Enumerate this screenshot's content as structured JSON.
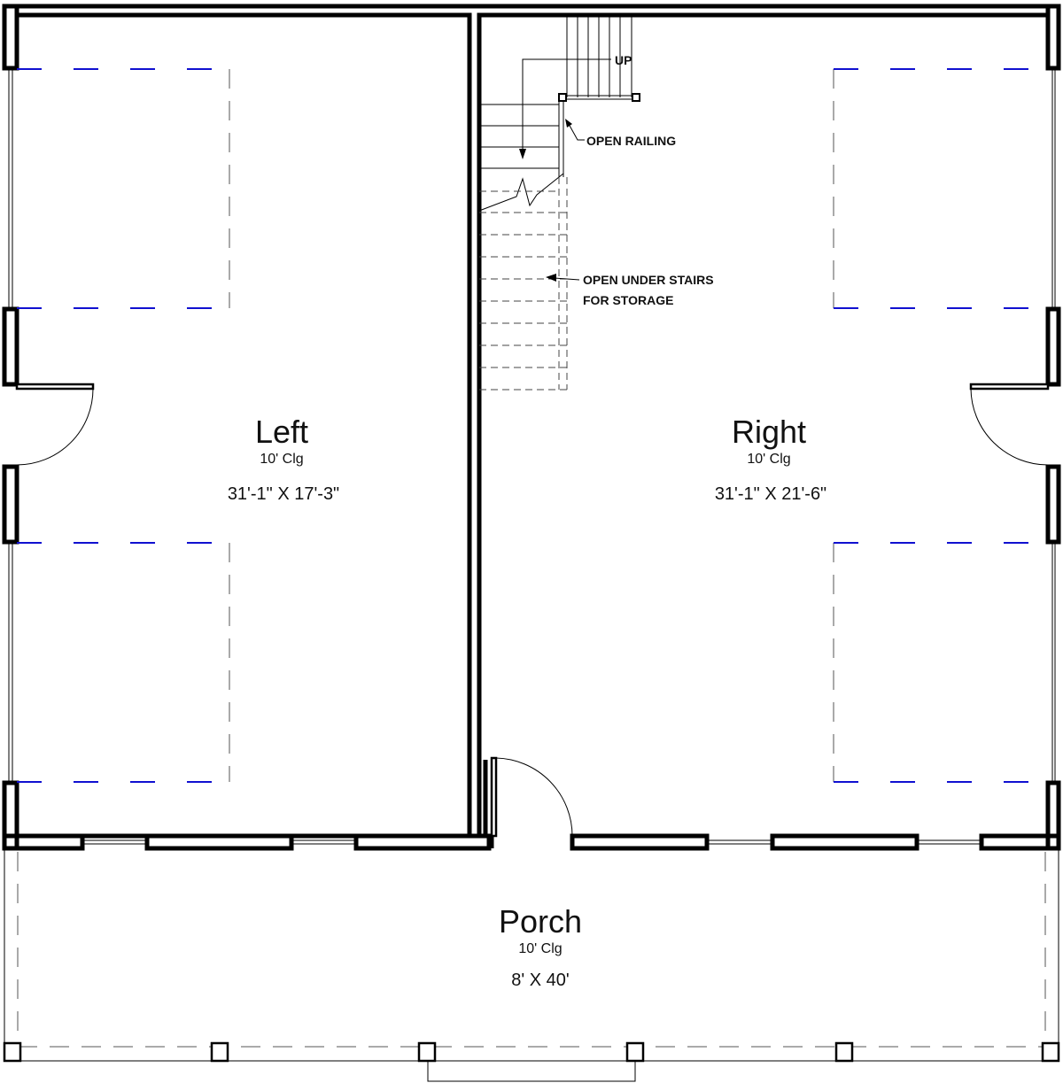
{
  "rooms": {
    "left": {
      "name": "Left",
      "ceiling": "10' Clg",
      "dimensions": "31'-1\" X 17'-3\""
    },
    "right": {
      "name": "Right",
      "ceiling": "10' Clg",
      "dimensions": "31'-1\" X 21'-6\""
    },
    "porch": {
      "name": "Porch",
      "ceiling": "10' Clg",
      "dimensions": "8' X 40'"
    }
  },
  "stairs": {
    "direction_label": "UP",
    "railing_note": "OPEN RAILING",
    "storage_note_line1": "OPEN UNDER STAIRS",
    "storage_note_line2": "FOR STORAGE"
  },
  "colors": {
    "wall": "#000000",
    "beam_dash": "#1010d0",
    "hidden_line": "#555555"
  }
}
